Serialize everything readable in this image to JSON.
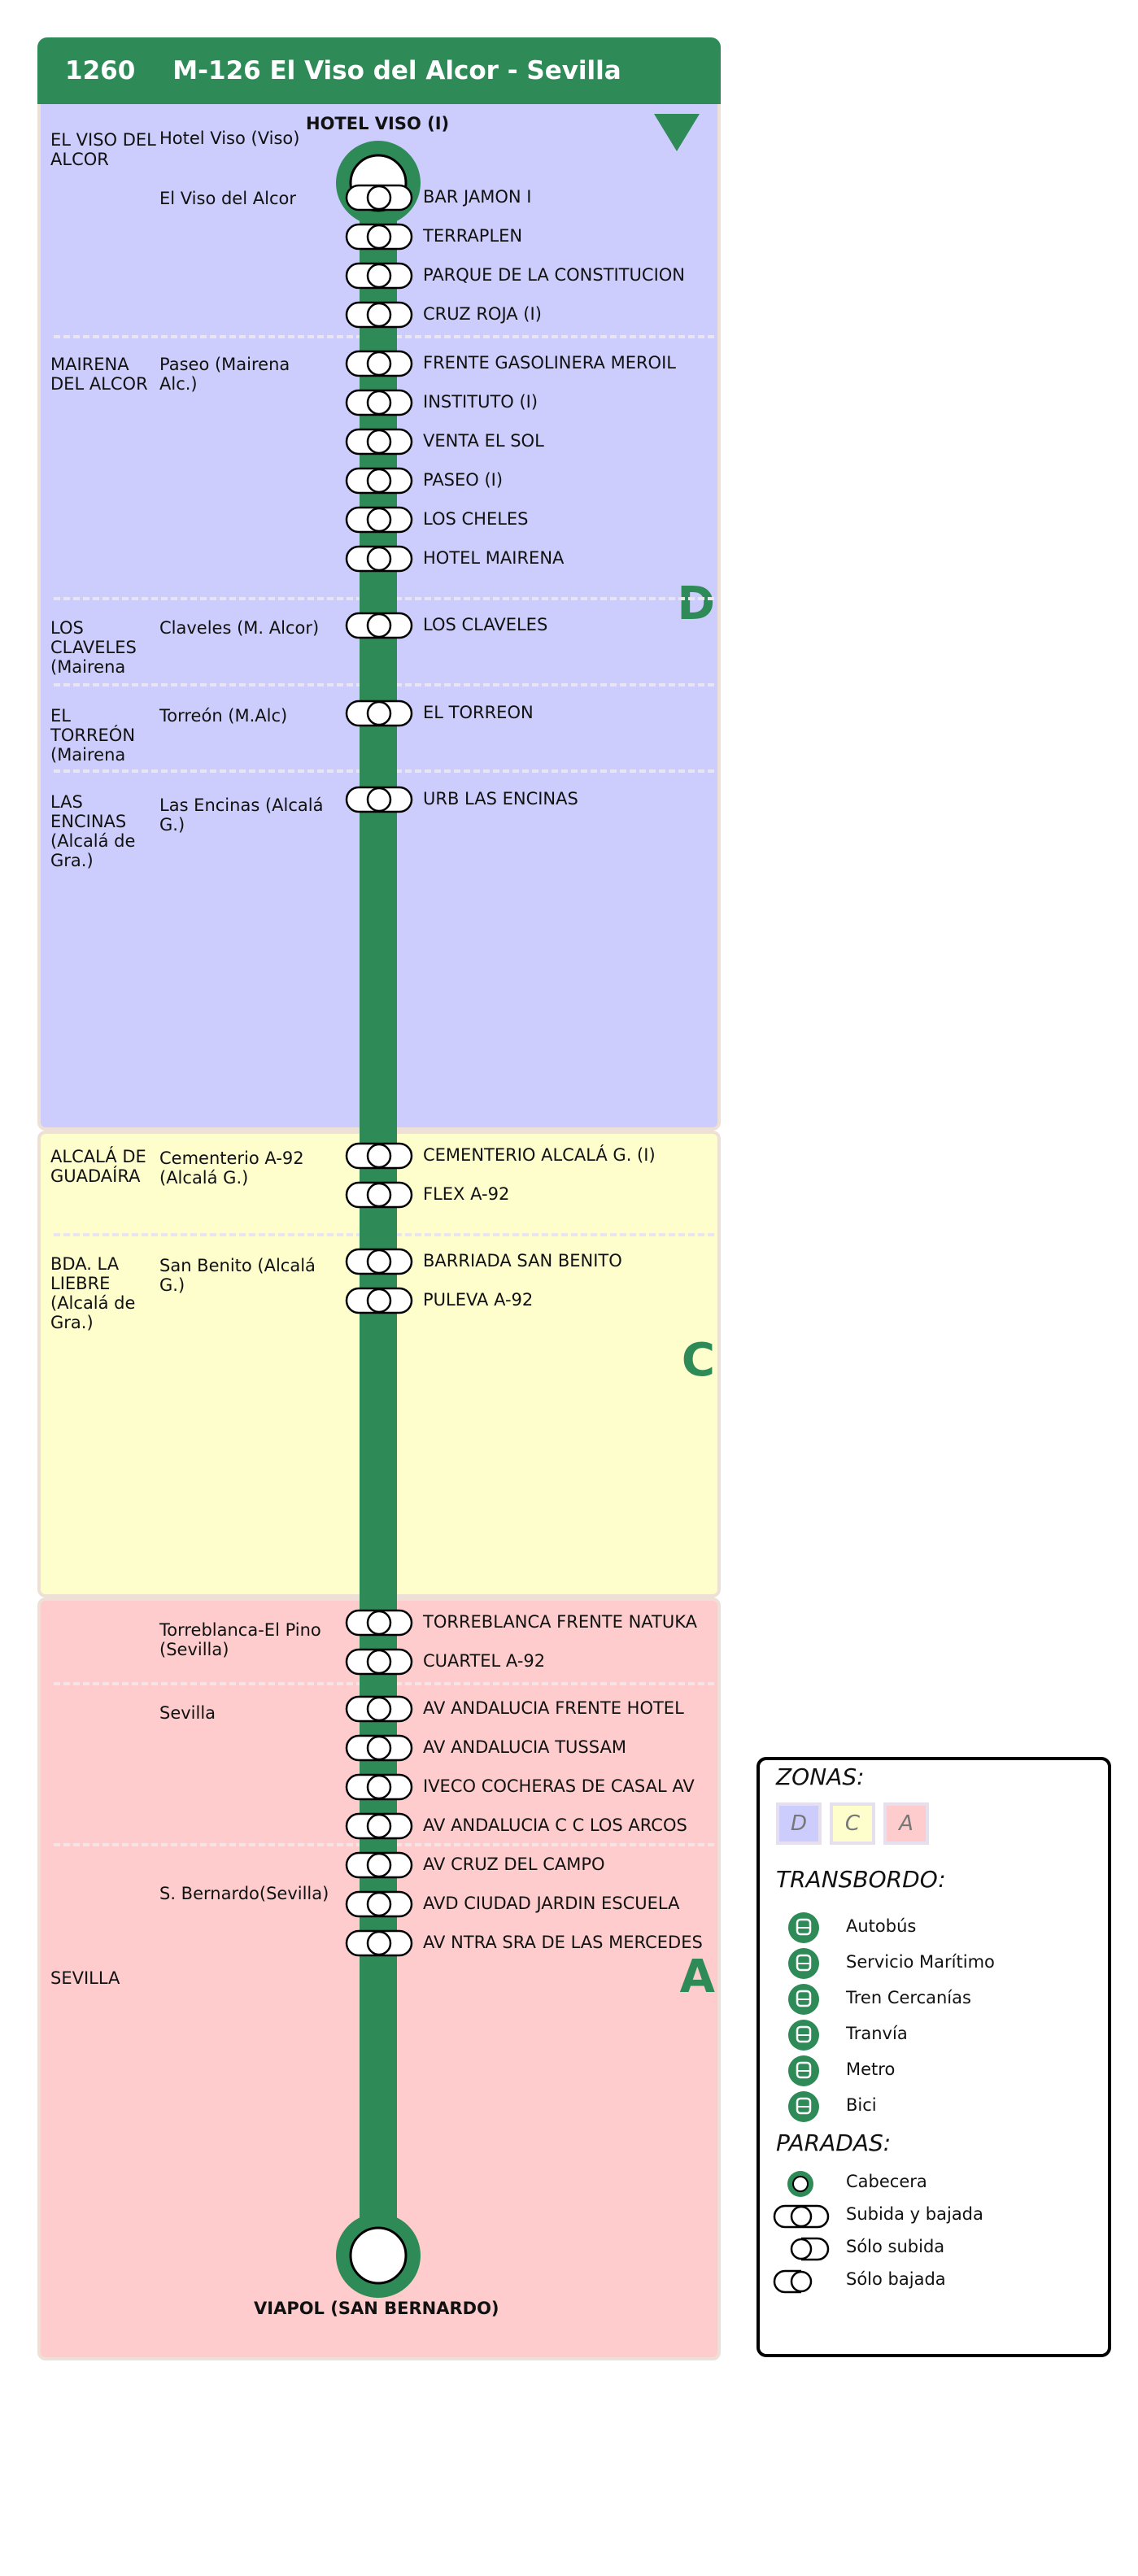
{
  "header": {
    "line_number": "1260",
    "title": "M-126  El Viso del Alcor - Sevilla"
  },
  "colors": {
    "line": "#2e8b57",
    "zone_D": "#cccdfd",
    "zone_C": "#fefdcc",
    "zone_A": "#fecccd"
  },
  "direction_icon": "triangle-down-icon",
  "zone_letters": {
    "D": "D",
    "C": "C",
    "A": "A"
  },
  "terminals": {
    "start": "HOTEL VISO (I)",
    "end": "VIAPOL (SAN BERNARDO)"
  },
  "zone_names": [
    "EL VISO DEL ALCOR",
    "MAIRENA DEL ALCOR",
    "LOS CLAVELES (Mairena del Alcor)",
    "EL TORREÓN (Mairena del Alcor)",
    "LAS ENCINAS (Alcalá de Gra.)",
    "ALCALÁ DE GUADAÍRA",
    "BDA. LA LIEBRE (Alcalá de Gra.)",
    "SEVILLA"
  ],
  "parada_names": [
    "Hotel Viso (Viso)",
    "El Viso del Alcor",
    "Paseo (Mairena Alc.)",
    "Claveles (M. Alcor)",
    "Torreón (M.Alc)",
    "Las Encinas (Alcalá G.)",
    "Cementerio A-92 (Alcalá G.)",
    "San Benito (Alcalá G.)",
    "Torreblanca-El Pino (Sevilla)",
    "Sevilla",
    "S. Bernardo(Sevilla)"
  ],
  "stops": [
    "BAR JAMON I",
    "TERRAPLEN",
    "PARQUE DE LA CONSTITUCION",
    "CRUZ ROJA (I)",
    "FRENTE GASOLINERA MEROIL",
    "INSTITUTO (I)",
    "VENTA EL SOL",
    "PASEO (I)",
    "LOS CHELES",
    "HOTEL MAIRENA",
    "LOS CLAVELES",
    "EL TORREON",
    "URB LAS ENCINAS",
    "CEMENTERIO ALCALÁ G. (I)",
    "FLEX A-92",
    "BARRIADA SAN BENITO",
    "PULEVA  A-92",
    "TORREBLANCA FRENTE NATUKA",
    "CUARTEL A-92",
    "AV ANDALUCIA FRENTE HOTEL",
    "AV ANDALUCIA TUSSAM",
    "IVECO COCHERAS DE CASAL AV",
    "AV ANDALUCIA C C LOS ARCOS",
    "AV CRUZ DEL CAMPO",
    "AVD CIUDAD JARDIN ESCUELA",
    "AV NTRA SRA DE LAS MERCEDES"
  ],
  "legend": {
    "zonas_title": "ZONAS:",
    "zones": [
      "D",
      "C",
      "A"
    ],
    "transbordo_title": "TRANSBORDO:",
    "transbordo": [
      {
        "label": "Autobús",
        "icon": "bus-icon"
      },
      {
        "label": "Servicio Marítimo",
        "icon": "boat-icon"
      },
      {
        "label": "Tren Cercanías",
        "icon": "train-icon"
      },
      {
        "label": "Tranvía",
        "icon": "tram-icon"
      },
      {
        "label": "Metro",
        "icon": "metro-icon"
      },
      {
        "label": "Bici",
        "icon": "bike-icon"
      }
    ],
    "paradas_title": "PARADAS:",
    "paradas": [
      {
        "label": "Cabecera",
        "icon": "terminal-stop-icon"
      },
      {
        "label": "Subida y bajada",
        "icon": "board-and-alight-icon"
      },
      {
        "label": "Sólo subida",
        "icon": "board-only-icon"
      },
      {
        "label": "Sólo bajada",
        "icon": "alight-only-icon"
      }
    ]
  }
}
